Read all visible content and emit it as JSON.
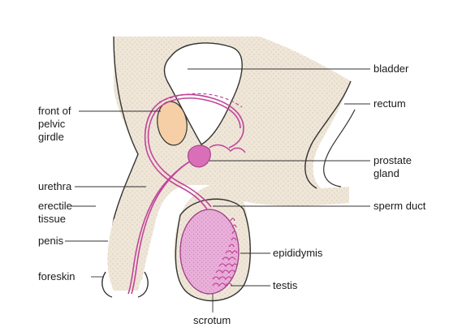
{
  "labels": {
    "bladder": "bladder",
    "rectum": "rectum",
    "front_of_pelvic_girdle": [
      "front of",
      "pelvic",
      "girdle"
    ],
    "prostate_gland": [
      "prostate",
      "gland"
    ],
    "urethra": "urethra",
    "erectile_tissue": [
      "erectile",
      "tissue"
    ],
    "sperm_duct": "sperm duct",
    "penis": "penis",
    "epididymis": "epididymis",
    "foreskin": "foreskin",
    "testis": "testis",
    "scrotum": "scrotum"
  },
  "colors": {
    "tissue": "#f1e9dc",
    "bone": "#f6cfa6",
    "duct": "#c2449a",
    "testis": "#e7a8d6",
    "outline": "#333333"
  }
}
